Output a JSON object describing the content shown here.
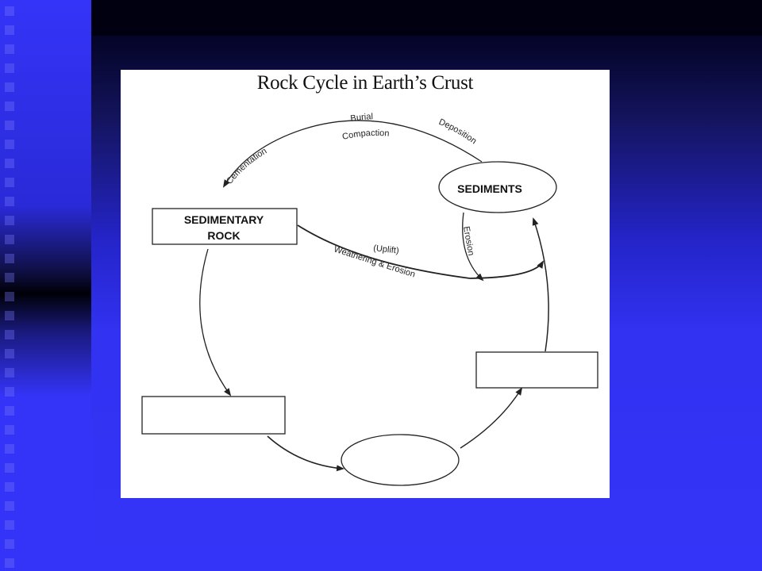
{
  "diagram": {
    "title": "Rock Cycle in Earth’s Crust",
    "nodes": {
      "sediments": "SEDIMENTS",
      "sedimentary_rock_line1": "SEDIMENTARY",
      "sedimentary_rock_line2": "ROCK",
      "blank_left_box": "",
      "blank_bottom_oval": "",
      "blank_right_box": ""
    },
    "process_labels": {
      "burial": "Burial",
      "compaction": "Compaction",
      "deposition": "Deposition",
      "cementation": "Cementation",
      "erosion": "Erosion",
      "uplift": "(Uplift)",
      "weathering_erosion": "Weathering & Erosion"
    }
  },
  "colors": {
    "slide_background": "#3434f8",
    "panel_background": "#ffffff",
    "line": "#222222"
  }
}
